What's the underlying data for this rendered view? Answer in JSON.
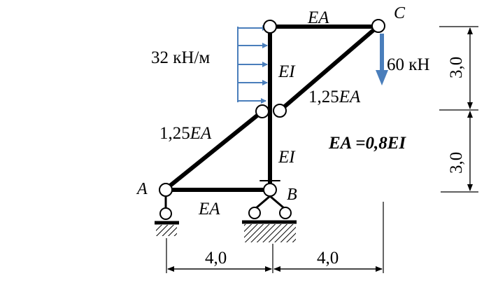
{
  "labels": {
    "load_q": "32 кН/м",
    "load_p": "60 кН",
    "ea_top": "EA",
    "ei_upper": "EI",
    "ei_lower": "EI",
    "diag_upper_prefix": "1,25",
    "diag_upper_suffix": "EA",
    "diag_lower_prefix": "1,25",
    "diag_lower_suffix": "EA",
    "ea_bottom": "EA",
    "relation": "EA =0,8EI",
    "node_a": "A",
    "node_b": "B",
    "node_c": "C"
  },
  "dimensions": {
    "left_span": "4,0",
    "right_span": "4,0",
    "upper_height": "3,0",
    "lower_height": "3,0"
  },
  "colors": {
    "members": "#000000",
    "load": "#4a7ebb"
  }
}
